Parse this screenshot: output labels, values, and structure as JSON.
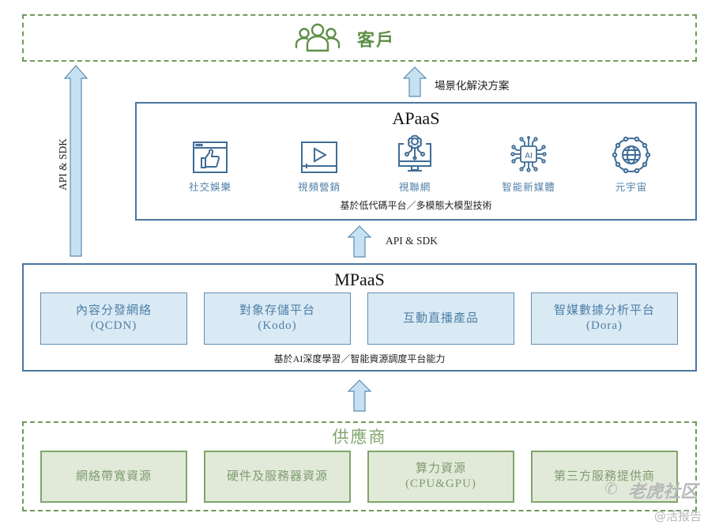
{
  "customer": {
    "icon": "users-icon",
    "label": "客戶"
  },
  "arrows": {
    "side_label": "API & SDK",
    "top_label": "場景化解決方案",
    "middle_label": "API & SDK"
  },
  "apaas": {
    "title": "APaaS",
    "subtitle": "基於低代碼平台／多模態大模型技術",
    "apps": [
      {
        "icon": "thumbs-up-browser-icon",
        "label": "社交娛樂"
      },
      {
        "icon": "video-play-icon",
        "label": "視頻營銷"
      },
      {
        "icon": "smart-monitor-icon",
        "label": "視聯網"
      },
      {
        "icon": "ai-chip-icon",
        "label": "智能新媒體"
      },
      {
        "icon": "globe-network-icon",
        "label": "元宇宙"
      }
    ]
  },
  "mpaas": {
    "title": "MPaaS",
    "subtitle": "基於AI深度學習／智能資源調度平台能力",
    "products": [
      {
        "line1": "內容分發網絡",
        "line2": "(QCDN)"
      },
      {
        "line1": "對象存儲平台",
        "line2": "(Kodo)"
      },
      {
        "line1": "互動直播產品",
        "line2": ""
      },
      {
        "line1": "智媒數據分析平台",
        "line2": "(Dora)"
      }
    ]
  },
  "supplier": {
    "title": "供應商",
    "resources": [
      {
        "line1": "網絡帶寬資源",
        "line2": ""
      },
      {
        "line1": "硬件及服務器資源",
        "line2": ""
      },
      {
        "line1": "算力資源",
        "line2": "(CPU&GPU)"
      },
      {
        "line1": "第三方服務提供商",
        "line2": ""
      }
    ]
  },
  "watermark": {
    "brand": "老虎社区",
    "source": "@活报告"
  },
  "colors": {
    "green": "#6f9a5c",
    "blue": "#4a76a0",
    "light_blue": "#daeaf4",
    "light_green": "#e1ead9",
    "arrow_fill": "#c6e2f2"
  }
}
